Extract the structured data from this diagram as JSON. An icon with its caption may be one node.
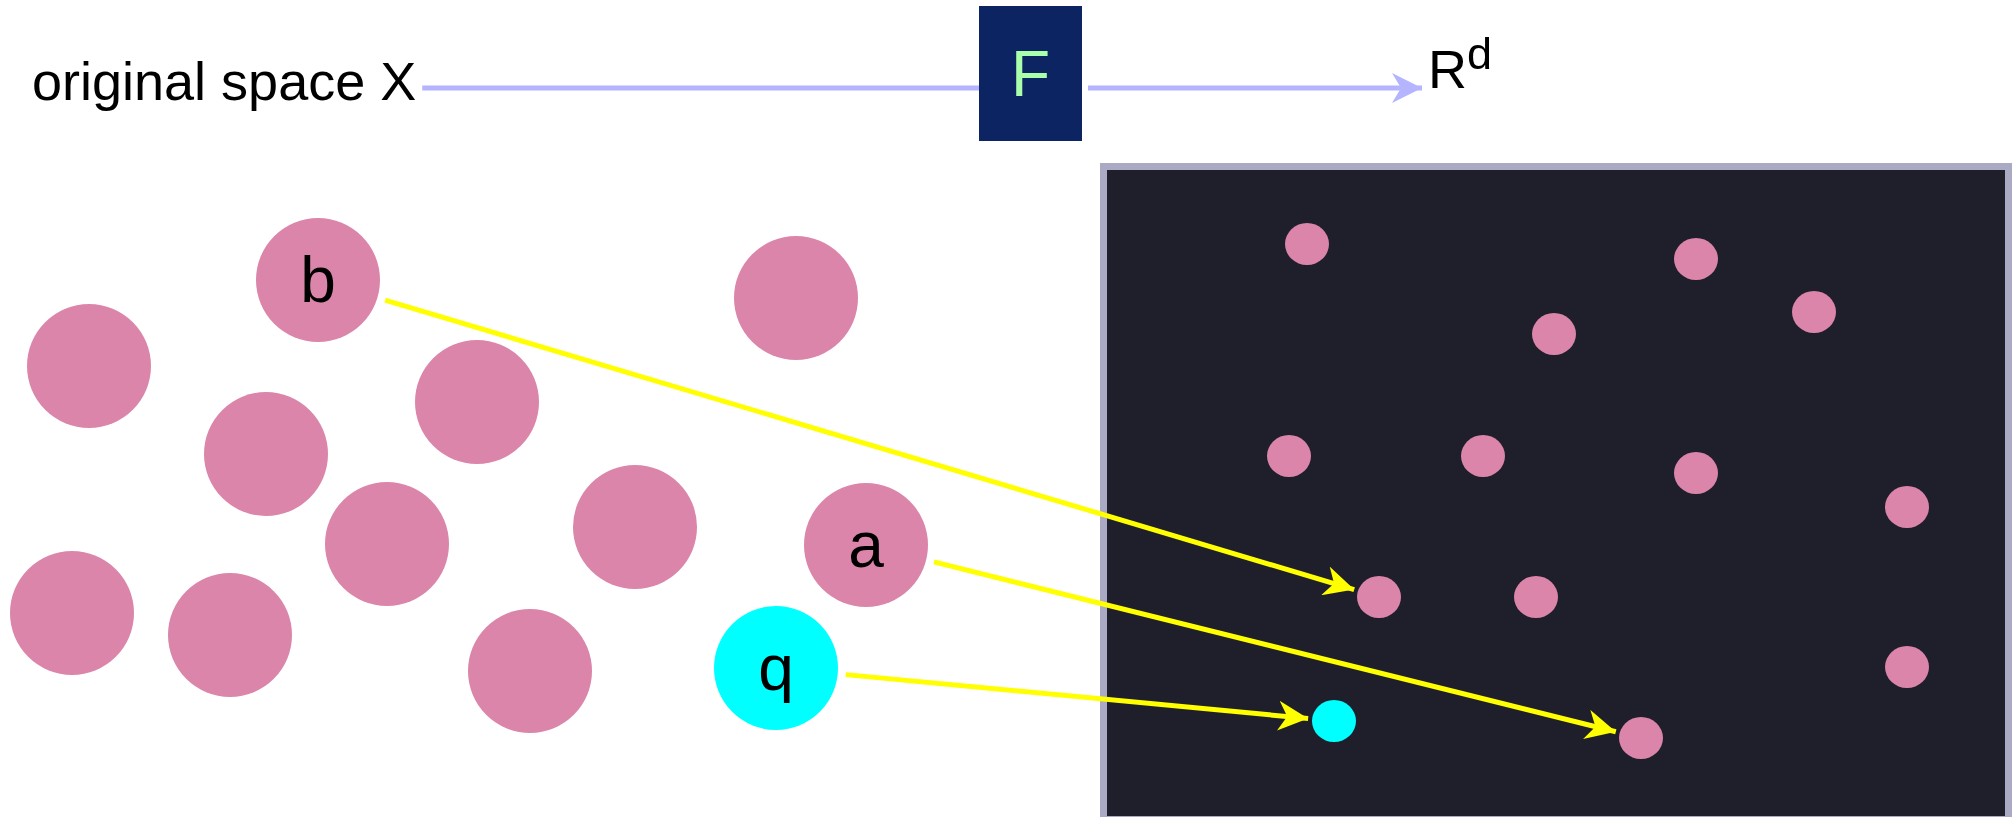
{
  "diagram": {
    "nodes": [
      {
        "text": [
          "original space X"
        ]
      },
      {
        "text": [
          "F"
        ]
      },
      {
        "text": [
          "R$^{d}$"
        ]
      },
      {
        "text": [
          "b"
        ]
      },
      {
        "text": [],
        "shape": "circle"
      },
      {
        "text": [],
        "shape": "circle"
      },
      {
        "text": [],
        "shape": "circle"
      },
      {
        "text": [],
        "shape": "circle"
      },
      {
        "text": [],
        "shape": "circle"
      },
      {
        "text": [],
        "shape": "circle"
      },
      {
        "text": [
          "a"
        ]
      },
      {
        "text": [],
        "shape": "circle"
      },
      {
        "text": [],
        "shape": "circle"
      },
      {
        "text": [
          "q"
        ]
      },
      {
        "text": [],
        "shape": "circle"
      },
      {
        "text": [],
        "shape": "box"
      },
      {
        "text": [],
        "shape": "circle",
        "in": 15
      },
      {
        "text": [],
        "shape": "circle",
        "in": 15
      },
      {
        "text": [],
        "shape": "circle",
        "in": 15
      },
      {
        "text": [],
        "shape": "circle",
        "in": 15
      },
      {
        "text": [],
        "shape": "circle",
        "in": 15
      },
      {
        "text": [],
        "shape": "circle",
        "in": 15
      },
      {
        "text": [],
        "shape": "circle",
        "in": 15
      },
      {
        "text": [],
        "shape": "circle",
        "in": 15
      },
      {
        "text": [],
        "shape": "circle",
        "in": 15
      },
      {
        "text": [],
        "shape": "circle",
        "in": 15
      },
      {
        "text": [],
        "shape": "circle",
        "in": 15
      },
      {
        "text": [],
        "shape": "circle",
        "in": 15
      },
      {
        "text": [],
        "shape": "circle",
        "in": 15
      }
    ],
    "edges": [
      {
        "from": 0,
        "to": 1,
        "arrow": "none",
        "color": "#b4b4ff"
      },
      {
        "from": 1,
        "to": 2,
        "arrow": "to",
        "color": "#b4b4ff"
      },
      {
        "from": 3,
        "to": 24,
        "arrow": "to"
      },
      {
        "from": 10,
        "to": 28,
        "arrow": "to"
      },
      {
        "from": 13,
        "to": 27,
        "arrow": "to"
      }
    ]
  }
}
